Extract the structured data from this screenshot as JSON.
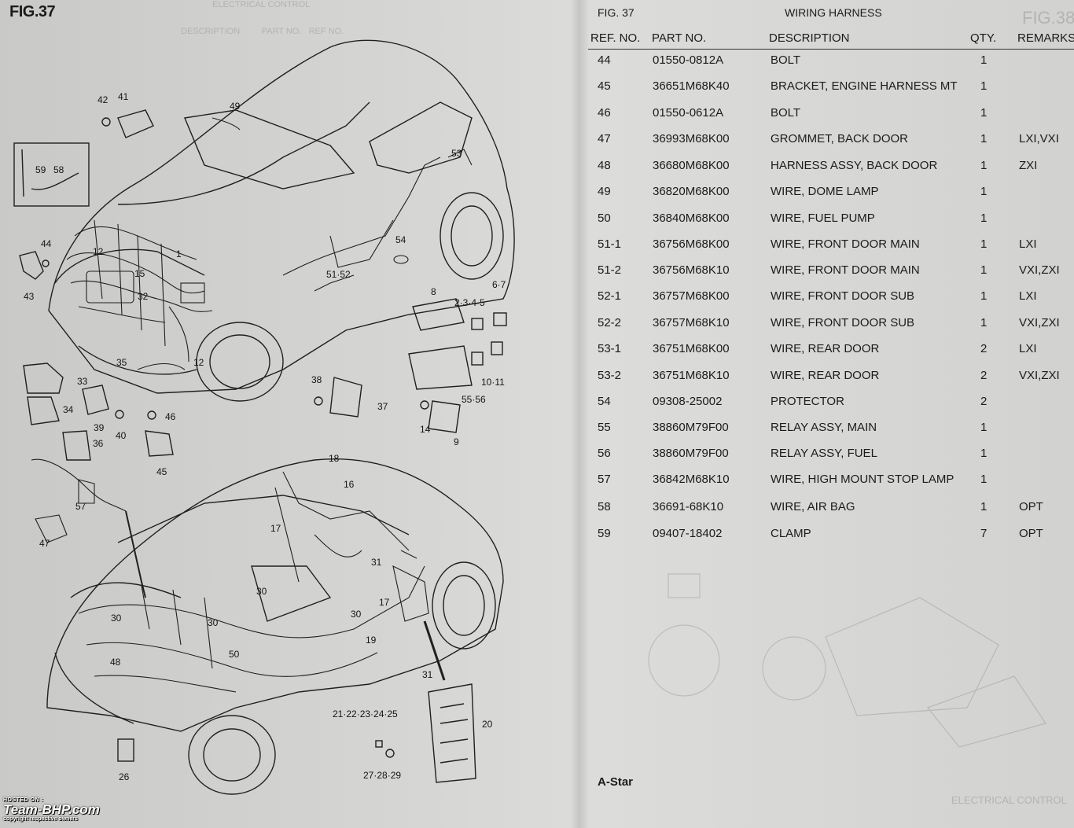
{
  "figure": {
    "label": "FIG.37",
    "footer_model": "A-Star",
    "watermark": {
      "hosted": "HOSTED ON :",
      "brand": "Team-BHP.com",
      "copyright": "copyright respective owners"
    }
  },
  "table": {
    "fig": "FIG. 37",
    "title": "WIRING HARNESS",
    "headers": {
      "ref": "REF. NO.",
      "part": "PART NO.",
      "desc": "DESCRIPTION",
      "qty": "QTY.",
      "remarks": "REMARKS"
    },
    "rows": [
      {
        "ref": "44",
        "part": "01550-0812A",
        "desc": "BOLT",
        "qty": "1",
        "remarks": ""
      },
      {
        "ref": "45",
        "part": "36651M68K40",
        "desc": "BRACKET, ENGINE HARNESS MT",
        "qty": "1",
        "remarks": ""
      },
      {
        "ref": "46",
        "part": "01550-0612A",
        "desc": "BOLT",
        "qty": "1",
        "remarks": ""
      },
      {
        "ref": "47",
        "part": "36993M68K00",
        "desc": "GROMMET, BACK DOOR",
        "qty": "1",
        "remarks": "LXI,VXI"
      },
      {
        "ref": "48",
        "part": "36680M68K00",
        "desc": "HARNESS ASSY, BACK DOOR",
        "qty": "1",
        "remarks": "ZXI"
      },
      {
        "ref": "49",
        "part": "36820M68K00",
        "desc": "WIRE, DOME LAMP",
        "qty": "1",
        "remarks": ""
      },
      {
        "ref": "50",
        "part": "36840M68K00",
        "desc": "WIRE, FUEL PUMP",
        "qty": "1",
        "remarks": ""
      },
      {
        "ref": "51-1",
        "part": "36756M68K00",
        "desc": "WIRE, FRONT DOOR MAIN",
        "qty": "1",
        "remarks": "LXI"
      },
      {
        "ref": "51-2",
        "part": "36756M68K10",
        "desc": "WIRE, FRONT DOOR MAIN",
        "qty": "1",
        "remarks": "VXI,ZXI"
      },
      {
        "ref": "52-1",
        "part": "36757M68K00",
        "desc": "WIRE, FRONT DOOR SUB",
        "qty": "1",
        "remarks": "LXI"
      },
      {
        "ref": "52-2",
        "part": "36757M68K10",
        "desc": "WIRE, FRONT DOOR SUB",
        "qty": "1",
        "remarks": "VXI,ZXI"
      },
      {
        "ref": "53-1",
        "part": "36751M68K00",
        "desc": "WIRE, REAR DOOR",
        "qty": "2",
        "remarks": "LXI"
      },
      {
        "ref": "53-2",
        "part": "36751M68K10",
        "desc": "WIRE, REAR DOOR",
        "qty": "2",
        "remarks": "VXI,ZXI"
      },
      {
        "ref": "54",
        "part": "09308-25002",
        "desc": "PROTECTOR",
        "qty": "2",
        "remarks": ""
      },
      {
        "ref": "55",
        "part": "38860M79F00",
        "desc": "RELAY ASSY, MAIN",
        "qty": "1",
        "remarks": ""
      },
      {
        "ref": "56",
        "part": "38860M79F00",
        "desc": "RELAY ASSY, FUEL",
        "qty": "1",
        "remarks": ""
      },
      {
        "ref": "57",
        "part": "36842M68K10",
        "desc": "WIRE, HIGH MOUNT STOP LAMP",
        "qty": "1",
        "remarks": ""
      },
      {
        "ref": "58",
        "part": "36691-68K10",
        "desc": "WIRE, AIR BAG",
        "qty": "1",
        "remarks": "OPT"
      },
      {
        "ref": "59",
        "part": "09407-18402",
        "desc": "CLAMP",
        "qty": "7",
        "remarks": "OPT"
      }
    ]
  },
  "callouts": [
    "42",
    "41",
    "49",
    "53",
    "59",
    "58",
    "44",
    "12",
    "15",
    "1",
    "43",
    "32",
    "35",
    "54",
    "51·52",
    "6·7",
    "8",
    "2·3·4·5",
    "12",
    "33",
    "34",
    "38",
    "37",
    "10·11",
    "55·56",
    "14",
    "9",
    "39",
    "40",
    "46",
    "36",
    "45",
    "18",
    "16",
    "57",
    "47",
    "17",
    "31",
    "17",
    "30",
    "30",
    "30",
    "30",
    "19",
    "50",
    "48",
    "31",
    "20",
    "21·22·23·24·25",
    "27·28·29",
    "26"
  ]
}
